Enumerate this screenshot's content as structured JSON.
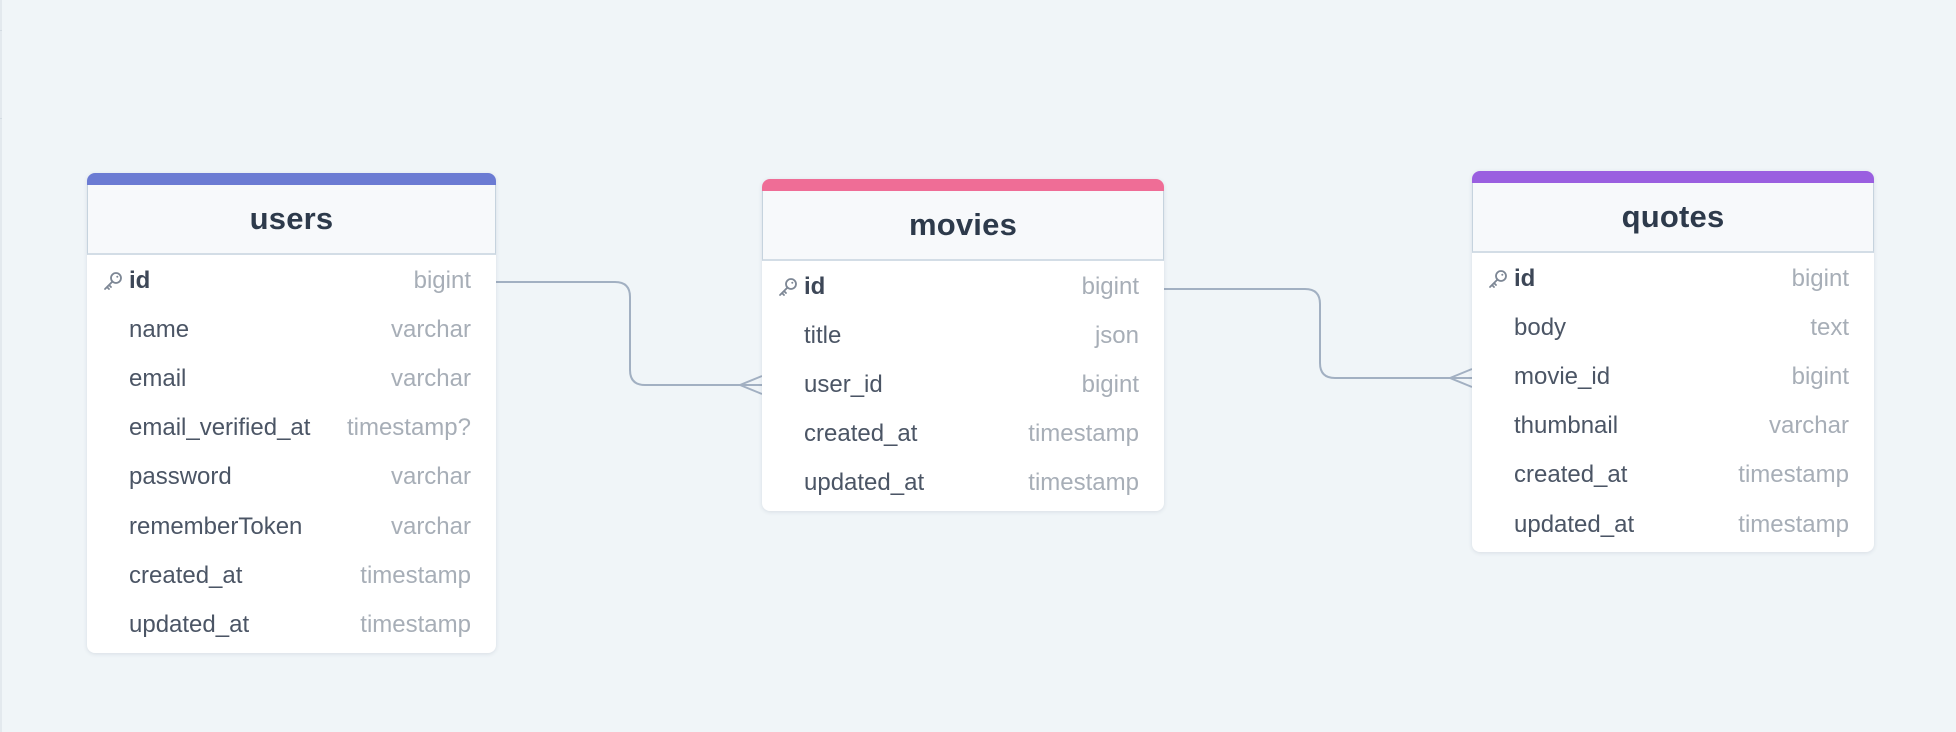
{
  "colors": {
    "background": "#f0f5f8",
    "users_accent": "#6b7bd3",
    "movies_accent": "#ef6d96",
    "quotes_accent": "#9a5fe0",
    "connector": "#a2b0c2"
  },
  "tables": {
    "users": {
      "title": "users",
      "columns": [
        {
          "name": "id",
          "type": "bigint",
          "primary": true
        },
        {
          "name": "name",
          "type": "varchar"
        },
        {
          "name": "email",
          "type": "varchar"
        },
        {
          "name": "email_verified_at",
          "type": "timestamp?"
        },
        {
          "name": "password",
          "type": "varchar"
        },
        {
          "name": "rememberToken",
          "type": "varchar"
        },
        {
          "name": "created_at",
          "type": "timestamp"
        },
        {
          "name": "updated_at",
          "type": "timestamp"
        }
      ]
    },
    "movies": {
      "title": "movies",
      "columns": [
        {
          "name": "id",
          "type": "bigint",
          "primary": true
        },
        {
          "name": "title",
          "type": "json"
        },
        {
          "name": "user_id",
          "type": "bigint"
        },
        {
          "name": "created_at",
          "type": "timestamp"
        },
        {
          "name": "updated_at",
          "type": "timestamp"
        }
      ]
    },
    "quotes": {
      "title": "quotes",
      "columns": [
        {
          "name": "id",
          "type": "bigint",
          "primary": true
        },
        {
          "name": "body",
          "type": "text"
        },
        {
          "name": "movie_id",
          "type": "bigint"
        },
        {
          "name": "thumbnail",
          "type": "varchar"
        },
        {
          "name": "created_at",
          "type": "timestamp"
        },
        {
          "name": "updated_at",
          "type": "timestamp"
        }
      ]
    }
  },
  "relationships": [
    {
      "from": "users.id",
      "to": "movies.user_id",
      "cardinality": "one-to-many"
    },
    {
      "from": "movies.id",
      "to": "quotes.movie_id",
      "cardinality": "one-to-many"
    }
  ],
  "icons": {
    "primary_key": "key-icon"
  }
}
